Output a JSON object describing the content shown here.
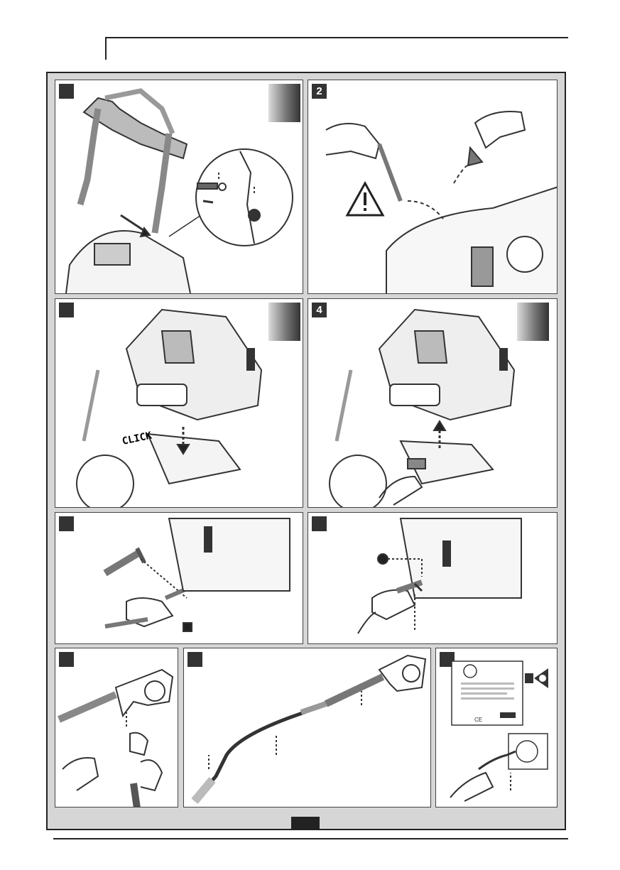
{
  "document": {
    "panels": [
      {
        "id": "p1",
        "number": ""
      },
      {
        "id": "p2",
        "number": "2"
      },
      {
        "id": "p3",
        "number": "",
        "callout": "CLICK"
      },
      {
        "id": "p4",
        "number": "4"
      },
      {
        "id": "p5",
        "number": ""
      },
      {
        "id": "p6",
        "number": ""
      },
      {
        "id": "p7",
        "number": ""
      },
      {
        "id": "p8",
        "number": ""
      },
      {
        "id": "p9",
        "number": ""
      }
    ],
    "label_card": {
      "ce_mark": "CE"
    }
  },
  "colors": {
    "frame": "#d6d6d6",
    "badge": "#333333",
    "stroke": "#333333",
    "fill": "#ffffff"
  }
}
